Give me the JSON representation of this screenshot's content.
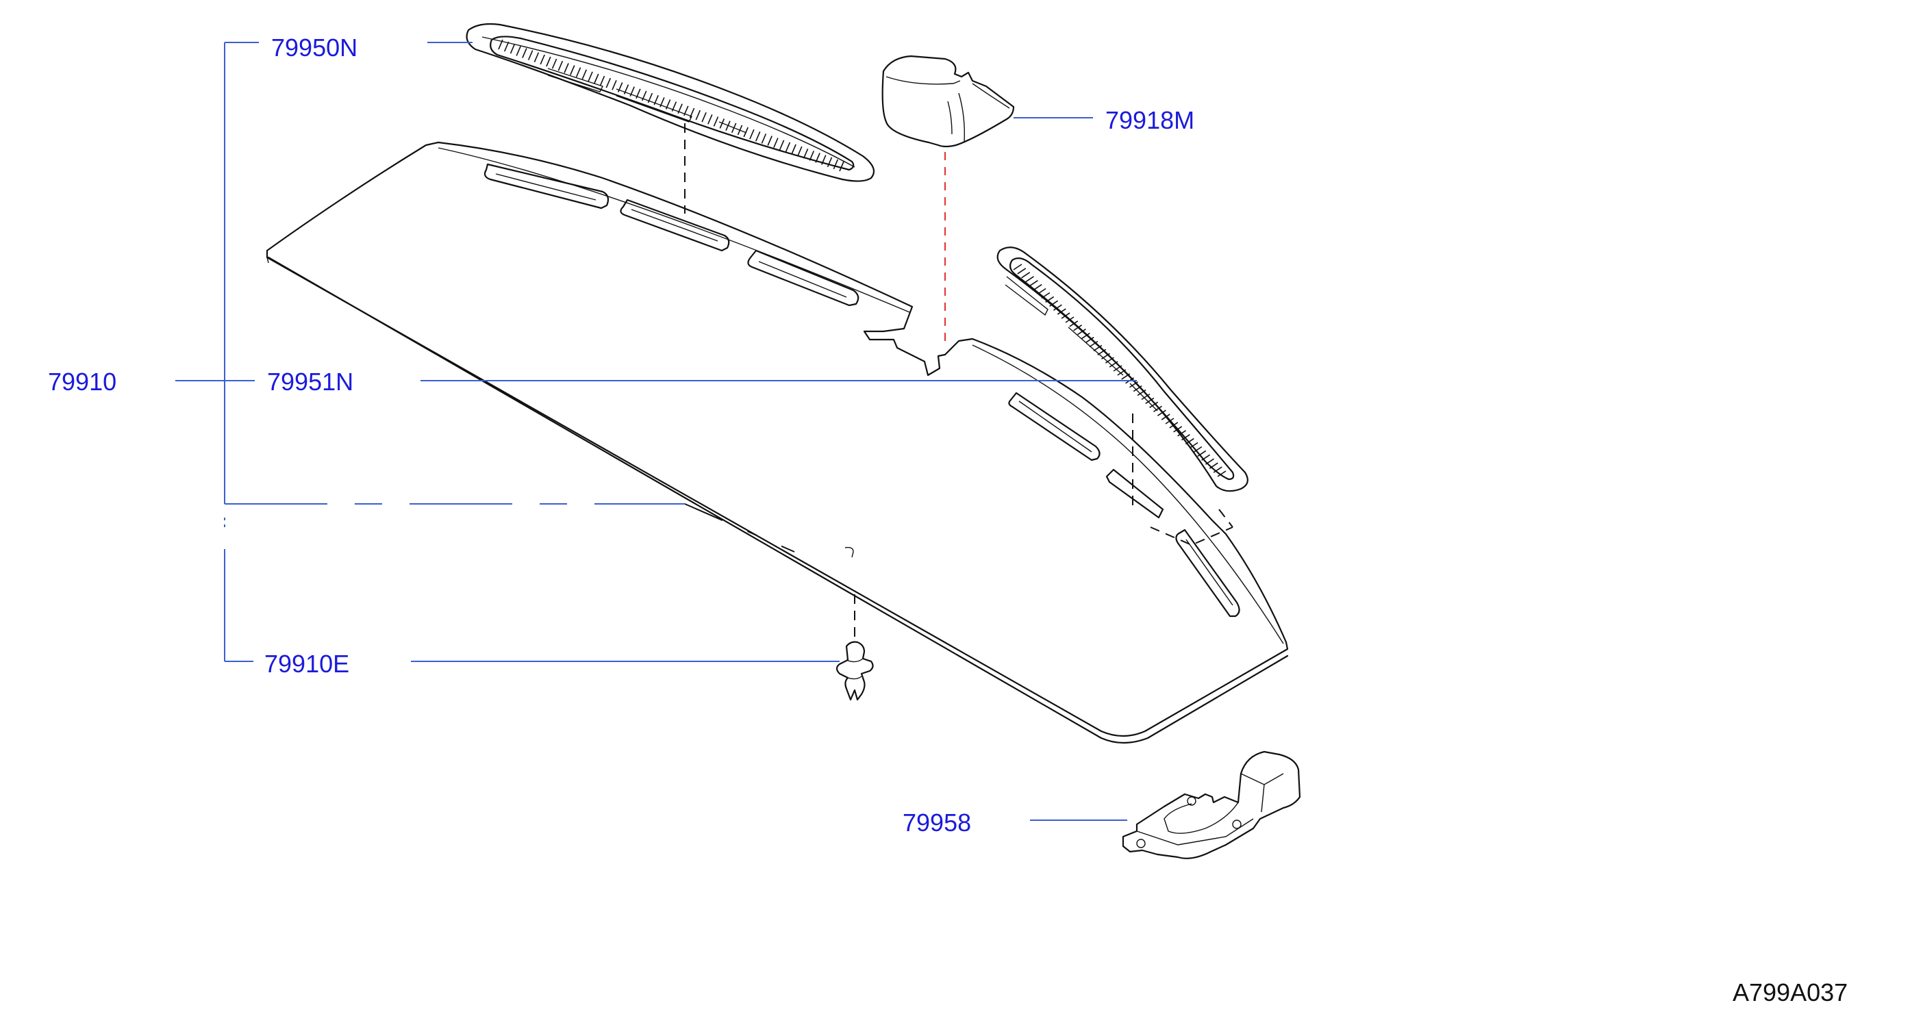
{
  "labels": {
    "p79950N": "79950N",
    "p79918M": "79918M",
    "p79910": "79910",
    "p79951N": "79951N",
    "p79910E": "79910E",
    "p79958": "79958"
  },
  "diagram_code": "A799A037",
  "colors": {
    "label": "#1a1adc",
    "leader": "#3a5fd0",
    "outline": "#111111",
    "hidden_line": "#e03030"
  }
}
